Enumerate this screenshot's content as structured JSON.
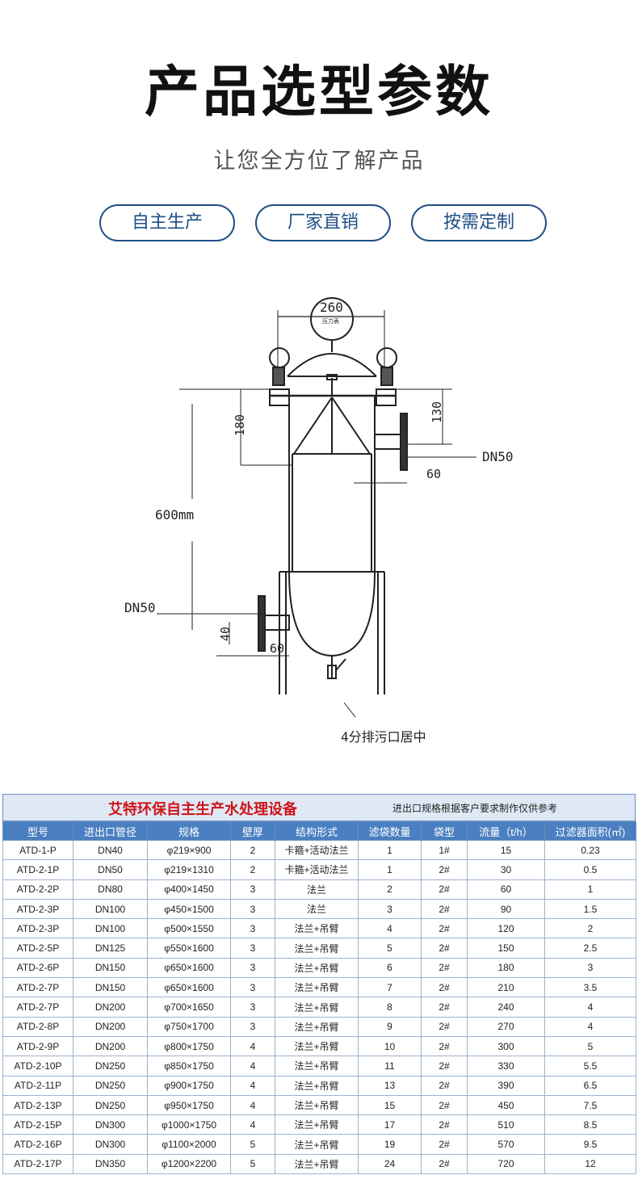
{
  "header": {
    "title": "产品选型参数",
    "subtitle": "让您全方位了解产品",
    "pills": [
      "自主生产",
      "厂家直销",
      "按需定制"
    ]
  },
  "diagram": {
    "labels": {
      "dim_260": "260",
      "gauge": "压力表",
      "dim_180": "180",
      "dim_130": "130",
      "dn50_right": "DN50",
      "dim_60_right": "60",
      "dim_600": "600mm",
      "dn50_left": "DN50",
      "dim_40": "40",
      "dim_60_left": "60",
      "drain": "4分排污口居中"
    }
  },
  "table": {
    "title": "艾特环保自主生产水处理设备",
    "note": "进出口规格根据客户要求制作仅供参考",
    "columns": [
      "型号",
      "进出口管径",
      "规格",
      "壁厚",
      "结构形式",
      "滤袋数量",
      "袋型",
      "流量（t/h）",
      "过滤器面积(㎡)"
    ],
    "rows": [
      [
        "ATD-1-P",
        "DN40",
        "φ219×900",
        "2",
        "卡箍+活动法兰",
        "1",
        "1#",
        "15",
        "0.23"
      ],
      [
        "ATD-2-1P",
        "DN50",
        "φ219×1310",
        "2",
        "卡箍+活动法兰",
        "1",
        "2#",
        "30",
        "0.5"
      ],
      [
        "ATD-2-2P",
        "DN80",
        "φ400×1450",
        "3",
        "法兰",
        "2",
        "2#",
        "60",
        "1"
      ],
      [
        "ATD-2-3P",
        "DN100",
        "φ450×1500",
        "3",
        "法兰",
        "3",
        "2#",
        "90",
        "1.5"
      ],
      [
        "ATD-2-3P",
        "DN100",
        "φ500×1550",
        "3",
        "法兰+吊臂",
        "4",
        "2#",
        "120",
        "2"
      ],
      [
        "ATD-2-5P",
        "DN125",
        "φ550×1600",
        "3",
        "法兰+吊臂",
        "5",
        "2#",
        "150",
        "2.5"
      ],
      [
        "ATD-2-6P",
        "DN150",
        "φ650×1600",
        "3",
        "法兰+吊臂",
        "6",
        "2#",
        "180",
        "3"
      ],
      [
        "ATD-2-7P",
        "DN150",
        "φ650×1600",
        "3",
        "法兰+吊臂",
        "7",
        "2#",
        "210",
        "3.5"
      ],
      [
        "ATD-2-7P",
        "DN200",
        "φ700×1650",
        "3",
        "法兰+吊臂",
        "8",
        "2#",
        "240",
        "4"
      ],
      [
        "ATD-2-8P",
        "DN200",
        "φ750×1700",
        "3",
        "法兰+吊臂",
        "9",
        "2#",
        "270",
        "4"
      ],
      [
        "ATD-2-9P",
        "DN200",
        "φ800×1750",
        "4",
        "法兰+吊臂",
        "10",
        "2#",
        "300",
        "5"
      ],
      [
        "ATD-2-10P",
        "DN250",
        "φ850×1750",
        "4",
        "法兰+吊臂",
        "11",
        "2#",
        "330",
        "5.5"
      ],
      [
        "ATD-2-11P",
        "DN250",
        "φ900×1750",
        "4",
        "法兰+吊臂",
        "13",
        "2#",
        "390",
        "6.5"
      ],
      [
        "ATD-2-13P",
        "DN250",
        "φ950×1750",
        "4",
        "法兰+吊臂",
        "15",
        "2#",
        "450",
        "7.5"
      ],
      [
        "ATD-2-15P",
        "DN300",
        "φ1000×1750",
        "4",
        "法兰+吊臂",
        "17",
        "2#",
        "510",
        "8.5"
      ],
      [
        "ATD-2-16P",
        "DN300",
        "φ1100×2000",
        "5",
        "法兰+吊臂",
        "19",
        "2#",
        "570",
        "9.5"
      ],
      [
        "ATD-2-17P",
        "DN350",
        "φ1200×2200",
        "5",
        "法兰+吊臂",
        "24",
        "2#",
        "720",
        "12"
      ]
    ]
  }
}
